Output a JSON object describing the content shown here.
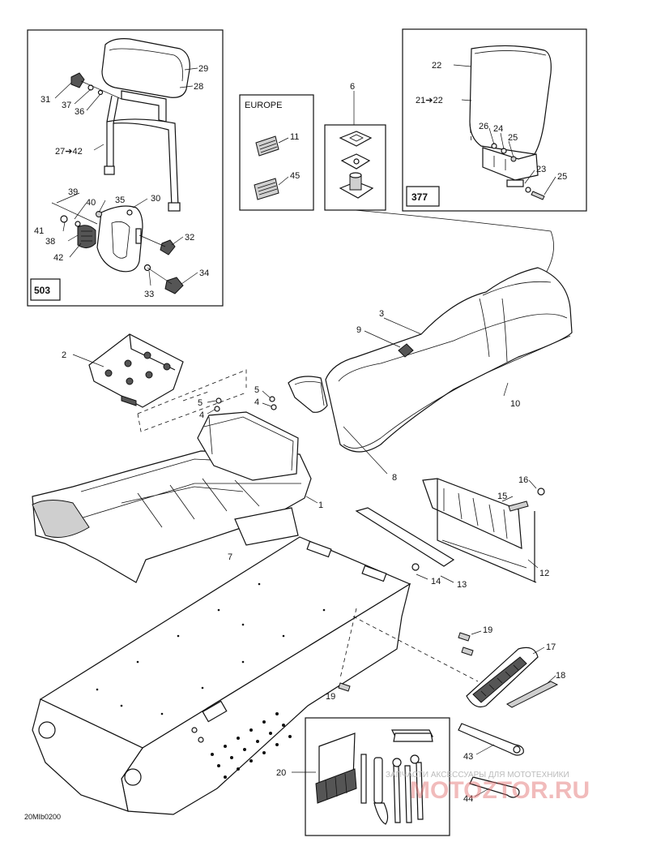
{
  "diagram_code": "20MIb0200",
  "watermark": {
    "text": "ЗАПЧАСТИ АКСЕССУАРЫ ДЛЯ МОТОТЕХНИКИ",
    "logo": "MOTOZTOR.RU"
  },
  "boxes": {
    "backrest_kit_code": "503",
    "passenger_backrest_code": "377",
    "europe_label": "EUROPE"
  },
  "callouts": {
    "c1": "1",
    "c2": "2",
    "c3": "3",
    "c4a": "4",
    "c4b": "4",
    "c5a": "5",
    "c5b": "5",
    "c6": "6",
    "c7": "7",
    "c8": "8",
    "c9": "9",
    "c10": "10",
    "c11": "11",
    "c12": "12",
    "c13": "13",
    "c14": "14",
    "c15": "15",
    "c16": "16",
    "c17": "17",
    "c18": "18",
    "c19a": "19",
    "c19b": "19",
    "c20": "20",
    "c21": "21➔22",
    "c22": "22",
    "c23": "23",
    "c24": "24",
    "c25a": "25",
    "c25b": "25",
    "c26": "26",
    "c27": "27➔42",
    "c28": "28",
    "c29": "29",
    "c30": "30",
    "c31": "31",
    "c32": "32",
    "c33": "33",
    "c34": "34",
    "c35": "35",
    "c36": "36",
    "c37": "37",
    "c38": "38",
    "c39": "39",
    "c40": "40",
    "c41": "41",
    "c42": "42",
    "c43": "43",
    "c44": "44",
    "c45": "45"
  }
}
